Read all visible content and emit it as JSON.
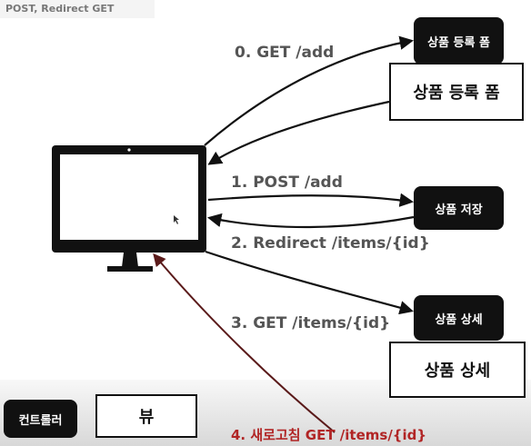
{
  "title": "POST, Redirect GET",
  "nodes": {
    "form_small": "상품 등록 폼",
    "form_large": "상품 등록 폼",
    "save": "상품 저장",
    "detail_small": "상품 상세",
    "detail_large": "상품 상세",
    "controller": "컨트롤러",
    "view": "뷰"
  },
  "labels": {
    "step0": "0. GET /add",
    "step1": "1. POST /add",
    "step2": "2. Redirect /items/{id}",
    "step3": "3. GET /items/{id}",
    "step4": "4. 새로고침 GET /items/{id}"
  },
  "colors": {
    "arrow": "#111111",
    "step4": "#b12525",
    "dark_box": "#111111"
  }
}
